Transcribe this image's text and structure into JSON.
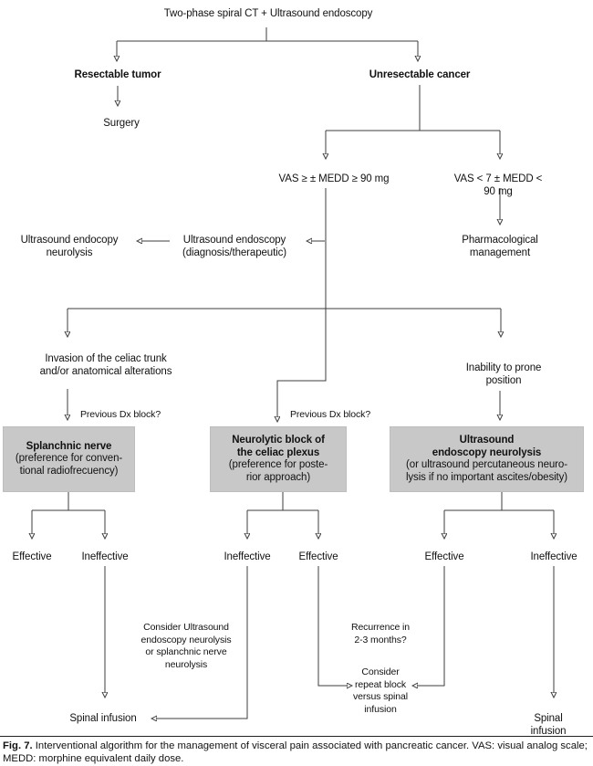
{
  "colors": {
    "box_fill": "#c8c8c8",
    "line": "#3c3c3c",
    "text": "#111111"
  },
  "nodes": {
    "root": "Two-phase spiral CT + Ultrasound endoscopy",
    "resectable": "Resectable tumor",
    "unresectable": "Unresectable cancer",
    "surgery": "Surgery",
    "vas_high": "VAS ≥ ± MEDD ≥ 90 mg",
    "vas_low": "VAS < 7 ± MEDD < 90 mg",
    "us_neurolysis": [
      "Ultrasound endocopy",
      "neurolysis"
    ],
    "us_endoscopy": [
      "Ultrasound endoscopy",
      "(diagnosis/therapeutic)"
    ],
    "pharmacological": [
      "Pharmacological",
      "management"
    ],
    "invasion": [
      "Invasion of the celiac trunk",
      "and/or anatomical alterations"
    ],
    "inability": "Inability to prone position",
    "previous_dx_left": "Previous Dx block?",
    "previous_dx_mid": "Previous Dx block?"
  },
  "boxes": {
    "splanchnic": {
      "title": [
        "Splanchnic nerve"
      ],
      "body": [
        "(preference for conven-",
        "tional radiofrecuency)"
      ]
    },
    "neurolytic": {
      "title": [
        "Neurolytic block of",
        "the celiac plexus"
      ],
      "body": [
        "(preference for poste-",
        "rior approach)"
      ]
    },
    "ultrasound": {
      "title": [
        "Ultrasound",
        "endoscopy neurolysis"
      ],
      "body": [
        "(or ultrasound percutaneous neuro-",
        "lysis if no important ascites/obesity)"
      ]
    }
  },
  "outcomes": {
    "effective": "Effective",
    "ineffective": "Ineffective"
  },
  "annotations": {
    "consider_us": [
      "Consider Ultrasound",
      "endoscopy neurolysis",
      "or splanchnic nerve",
      "neurolysis"
    ],
    "recurrence": [
      "Recurrence in",
      "2-3 months?"
    ],
    "consider_repeat": [
      "Consider",
      "repeat block",
      "versus spinal",
      "infusion"
    ],
    "spinal_left": "Spinal infusion",
    "spinal_right": "Spinal infusion"
  },
  "figure": {
    "caption_label": "Fig. 7.",
    "caption_text": "Interventional algorithm for the management of visceral pain associated with pancreatic cancer. VAS: visual analog scale; MEDD: morphine equivalent daily dose."
  }
}
